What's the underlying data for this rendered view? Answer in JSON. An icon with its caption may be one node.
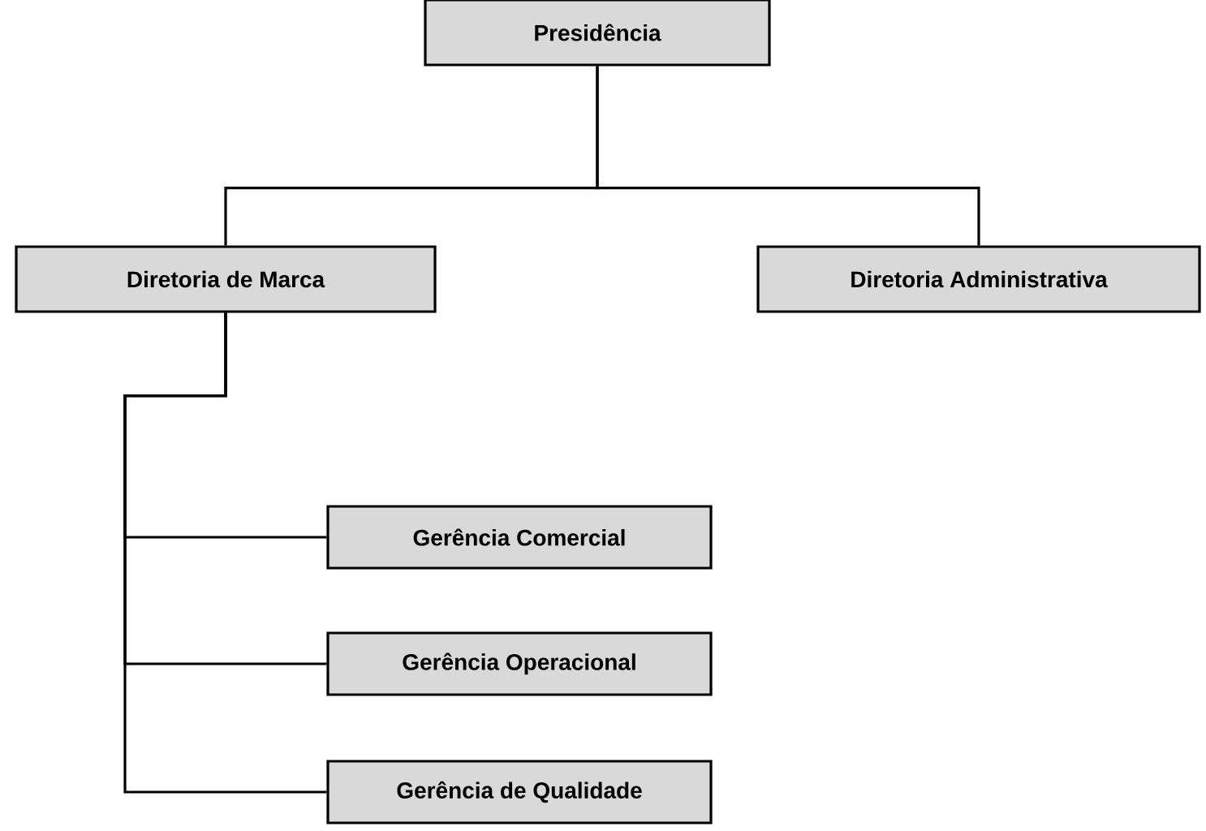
{
  "diagram": {
    "nodes": [
      {
        "text": [
          "Presidência"
        ]
      },
      {
        "text": [
          "Diretoria de Marca"
        ]
      },
      {
        "text": [
          "Diretoria Administrativa"
        ]
      },
      {
        "text": [
          "Gerência Comercial"
        ]
      },
      {
        "text": [
          "Gerência Operacional"
        ]
      },
      {
        "text": [
          "Gerência de Qualidade"
        ]
      }
    ],
    "edges": [
      {
        "from": 0,
        "to": 1,
        "arrow": "none"
      },
      {
        "from": 0,
        "to": 2,
        "arrow": "none"
      },
      {
        "from": 1,
        "to": 3,
        "arrow": "none"
      },
      {
        "from": 1,
        "to": 4,
        "arrow": "none"
      },
      {
        "from": 1,
        "to": 5,
        "arrow": "none"
      }
    ]
  }
}
